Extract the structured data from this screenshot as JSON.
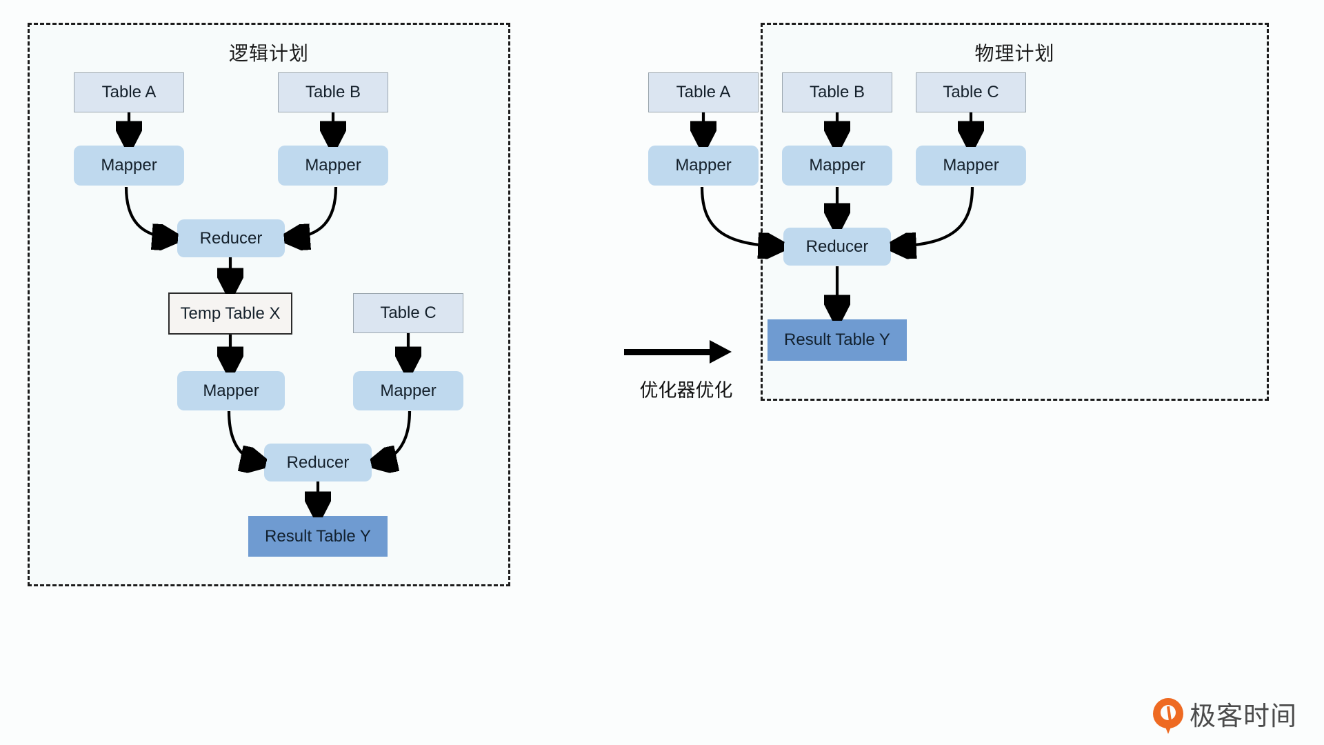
{
  "diagram": {
    "background_color": "#fbfdfd",
    "panels": [
      {
        "id": "logical",
        "title": "逻辑计划",
        "nodes": [
          {
            "id": "l-table-a",
            "label": "Table A",
            "kind": "table"
          },
          {
            "id": "l-table-b",
            "label": "Table B",
            "kind": "table"
          },
          {
            "id": "l-mapper-1",
            "label": "Mapper",
            "kind": "stage"
          },
          {
            "id": "l-mapper-2",
            "label": "Mapper",
            "kind": "stage"
          },
          {
            "id": "l-reducer-1",
            "label": "Reducer",
            "kind": "stage"
          },
          {
            "id": "l-temp-x",
            "label": "Temp Table X",
            "kind": "temp"
          },
          {
            "id": "l-table-c",
            "label": "Table C",
            "kind": "table"
          },
          {
            "id": "l-mapper-3",
            "label": "Mapper",
            "kind": "stage"
          },
          {
            "id": "l-mapper-4",
            "label": "Mapper",
            "kind": "stage"
          },
          {
            "id": "l-reducer-2",
            "label": "Reducer",
            "kind": "stage"
          },
          {
            "id": "l-result-y",
            "label": "Result Table Y",
            "kind": "result"
          }
        ]
      },
      {
        "id": "physical",
        "title": "物理计划",
        "nodes": [
          {
            "id": "p-table-a",
            "label": "Table A",
            "kind": "table"
          },
          {
            "id": "p-table-b",
            "label": "Table B",
            "kind": "table"
          },
          {
            "id": "p-table-c",
            "label": "Table C",
            "kind": "table"
          },
          {
            "id": "p-mapper-1",
            "label": "Mapper",
            "kind": "stage"
          },
          {
            "id": "p-mapper-2",
            "label": "Mapper",
            "kind": "stage"
          },
          {
            "id": "p-mapper-3",
            "label": "Mapper",
            "kind": "stage"
          },
          {
            "id": "p-reducer",
            "label": "Reducer",
            "kind": "stage"
          },
          {
            "id": "p-result-y",
            "label": "Result Table Y",
            "kind": "result"
          }
        ]
      }
    ],
    "transform": {
      "caption": "优化器优化",
      "arrow_icon": "right-arrow-icon"
    },
    "watermark": {
      "text": "极客时间",
      "logo_icon": "geektime-drop-logo-icon",
      "logo_color": "#ee6a22"
    },
    "colors": {
      "table_fill": "#dbe5f1",
      "table_border": "#9aa5ad",
      "stage_fill": "#bfd9ee",
      "temp_fill": "#f6f4f2",
      "temp_border": "#2b2b2b",
      "result_fill": "#6f9bd1",
      "edge": "#000000",
      "panel_border": "#1b1b1b"
    }
  }
}
